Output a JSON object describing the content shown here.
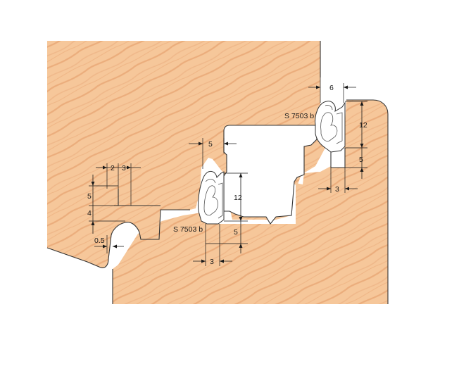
{
  "colors": {
    "wood": "#f6c79a",
    "grain": "#e9a877",
    "seal": "#ffffff",
    "line": "#1a1a1a",
    "background": "#ffffff"
  },
  "labels": {
    "seal_upper": "S 7503 b",
    "seal_lower": "S 7503 b"
  },
  "dimensions": {
    "top_gap": "6",
    "right_height": "12",
    "right_lip": "5",
    "right_width": "3",
    "mid_gap": "5",
    "mid_height": "12",
    "mid_lip": "5",
    "mid_width": "3",
    "left_w1": "2",
    "left_w2": "3",
    "left_h1": "5",
    "left_h2": "4",
    "left_h3": "0.5"
  }
}
